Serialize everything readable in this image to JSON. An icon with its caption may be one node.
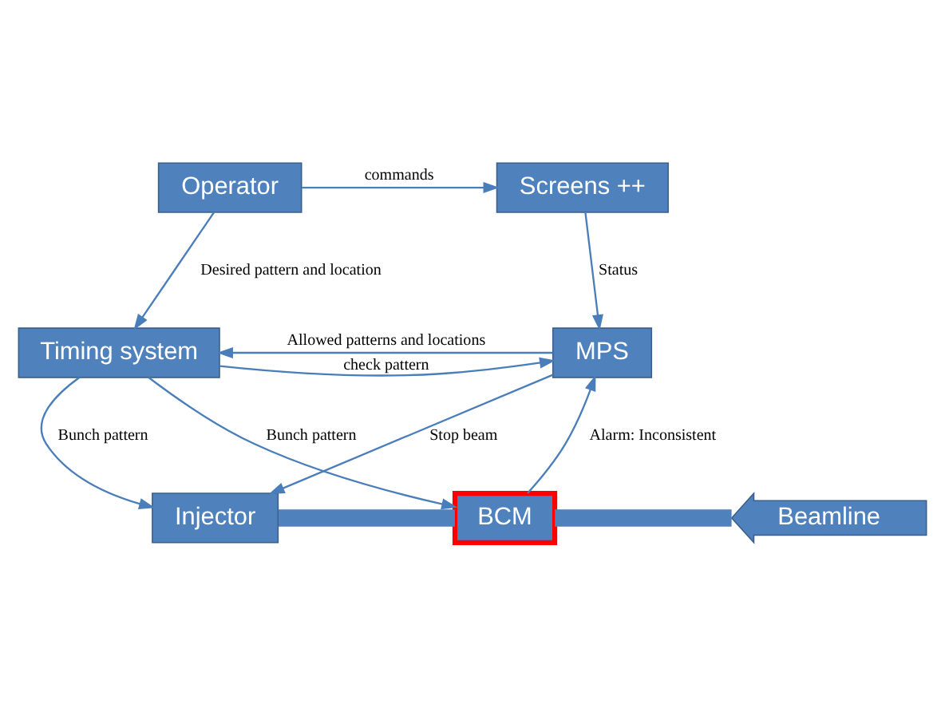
{
  "diagram": {
    "nodes": [
      {
        "text": [
          "Operator"
        ]
      },
      {
        "text": [
          "Screens ++"
        ]
      },
      {
        "text": [
          "Timing system"
        ]
      },
      {
        "text": [
          "MPS"
        ]
      },
      {
        "text": [
          "BCM"
        ]
      },
      {
        "text": [
          "Injector"
        ]
      },
      {
        "text": [
          "Beamline"
        ]
      }
    ],
    "edges": [
      {
        "from": 0,
        "to": 1,
        "arrow": "to",
        "label": "commands"
      },
      {
        "from": 0,
        "to": 2,
        "arrow": "to",
        "label": "Desired pattern and location"
      },
      {
        "from": 1,
        "to": 3,
        "arrow": "to",
        "label": "Status"
      },
      {
        "from": 3,
        "to": 2,
        "arrow": "to",
        "label": "Allowed patterns and locations"
      },
      {
        "from": 2,
        "to": 3,
        "arrow": "to",
        "label": "check pattern"
      },
      {
        "from": 2,
        "to": 4,
        "arrow": "to",
        "label": "Bunch pattern"
      },
      {
        "from": 2,
        "to": 5,
        "arrow": "to",
        "label": "Bunch pattern"
      },
      {
        "from": 4,
        "to": 3,
        "arrow": "to",
        "label": "Alarm: Inconsistent"
      },
      {
        "from": 3,
        "to": 5,
        "arrow": "to",
        "label": "Stop beam"
      },
      {
        "from": 5,
        "to": 4,
        "arrow": "none",
        "style": "thick"
      },
      {
        "from": 4,
        "to": 6,
        "arrow": "none",
        "style": "thick"
      }
    ]
  }
}
